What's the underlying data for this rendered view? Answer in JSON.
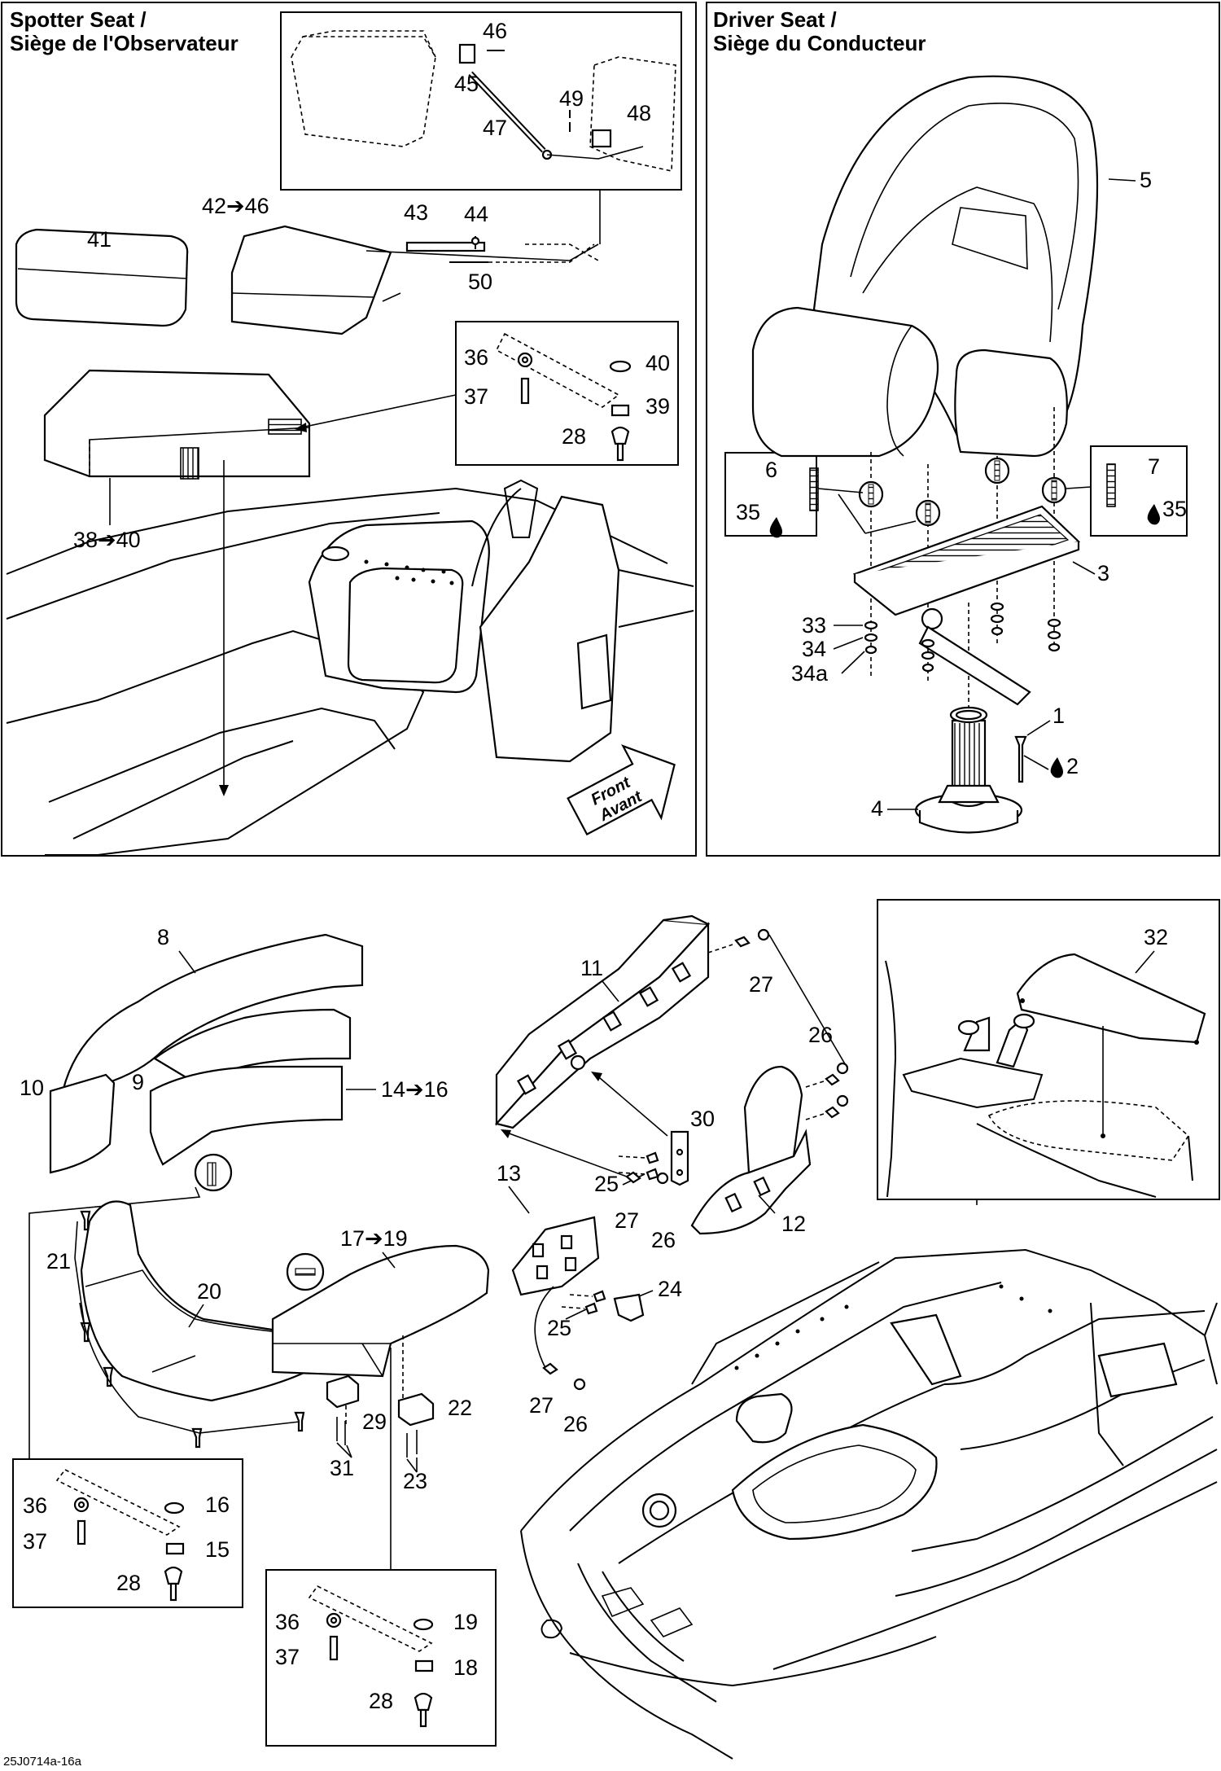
{
  "panels": {
    "spotter": {
      "title_line1": "Spotter Seat /",
      "title_line2": "Siège de l'Observateur"
    },
    "driver": {
      "title_line1": "Driver Seat /",
      "title_line2": "Siège du Conducteur"
    }
  },
  "front_arrow": {
    "line1": "Front",
    "line2": "Avant"
  },
  "labels": {
    "l46": "46",
    "l45": "45",
    "l47": "47",
    "l49": "49",
    "l48": "48",
    "l42_46": "42➔46",
    "l43": "43",
    "l44": "44",
    "l41": "41",
    "l50": "50",
    "l36a": "36",
    "l40": "40",
    "l37a": "37",
    "l39": "39",
    "l28a": "28",
    "l38_40": "38➔40",
    "l5": "5",
    "l6": "6",
    "l7": "7",
    "l35a": "35",
    "l35b": "35",
    "l3": "3",
    "l33": "33",
    "l34": "34",
    "l34a": "34a",
    "l1": "1",
    "l2": "2",
    "l4": "4",
    "l8": "8",
    "l9": "9",
    "l10": "10",
    "l14_16": "14➔16",
    "l11": "11",
    "l27a": "27",
    "l26a": "26",
    "l30": "30",
    "l25a": "25",
    "l27b": "27",
    "l26b": "26",
    "l12": "12",
    "l13": "13",
    "l24": "24",
    "l25b": "25",
    "l27c": "27",
    "l26c": "26",
    "l21": "21",
    "l20": "20",
    "l17_19": "17➔19",
    "l29": "29",
    "l22": "22",
    "l31": "31",
    "l23": "23",
    "l36b": "36",
    "l16": "16",
    "l37b": "37",
    "l15": "15",
    "l28b": "28",
    "l36c": "36",
    "l19": "19",
    "l37c": "37",
    "l18": "18",
    "l28c": "28",
    "l32": "32"
  },
  "figure_code": "25J0714a-16a"
}
